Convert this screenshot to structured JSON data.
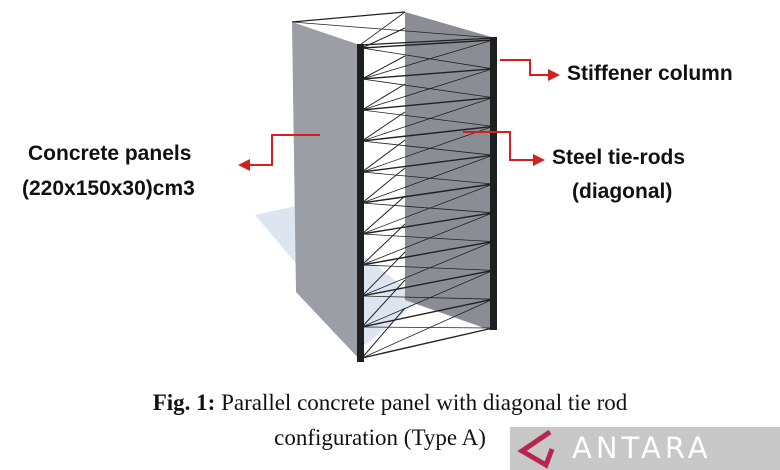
{
  "labels": {
    "stiffener": "Stiffener column",
    "tierods_1": "Steel tie-rods",
    "tierods_2": "(diagonal)",
    "panels_1": "Concrete panels",
    "panels_2": "(220x150x30)cm3"
  },
  "caption": {
    "fig": "Fig. 1:",
    "line1": " Parallel concrete panel with diagonal tie rod",
    "line2": "configuration (Type A)"
  },
  "watermark": "ANTARA",
  "colors": {
    "arrow": "#d42020",
    "panel": "#8a8d94",
    "logo": "#b8264f"
  }
}
